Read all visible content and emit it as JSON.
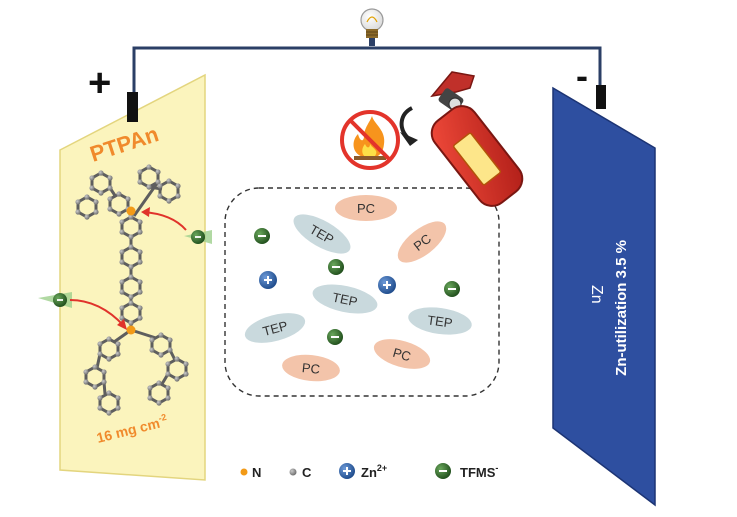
{
  "cathode": {
    "terminal_sign": "+",
    "material": "PTPAn",
    "loading": "16 mg cm",
    "loading_exp": "-2"
  },
  "anode": {
    "terminal_sign": "-",
    "material": "Zn",
    "utilization": "Zn-utilization 3.5 %"
  },
  "electrolyte": {
    "solvents": {
      "tep_label": "TEP",
      "pc_label": "PC"
    }
  },
  "legend": {
    "n_label": "N",
    "c_label": "C",
    "zn_label": "Zn",
    "zn_charge": "2+",
    "tfms_label": "TFMS",
    "tfms_charge": "-"
  },
  "colors": {
    "cathode_panel": "#fbf4bd",
    "anode_panel": "#2e4fa0",
    "wire": "#2b3f66",
    "pc": "#f3c4aa",
    "tep": "#c9d9dd",
    "anion": "#2f6b2a",
    "cation": "#2a5d9f",
    "nitrogen": "#f29a17",
    "carbon": "#8a8a8a",
    "accent_text": "#f08a2c"
  },
  "icons": [
    "light-bulb-icon",
    "no-fire-icon",
    "fire-extinguisher-icon"
  ]
}
